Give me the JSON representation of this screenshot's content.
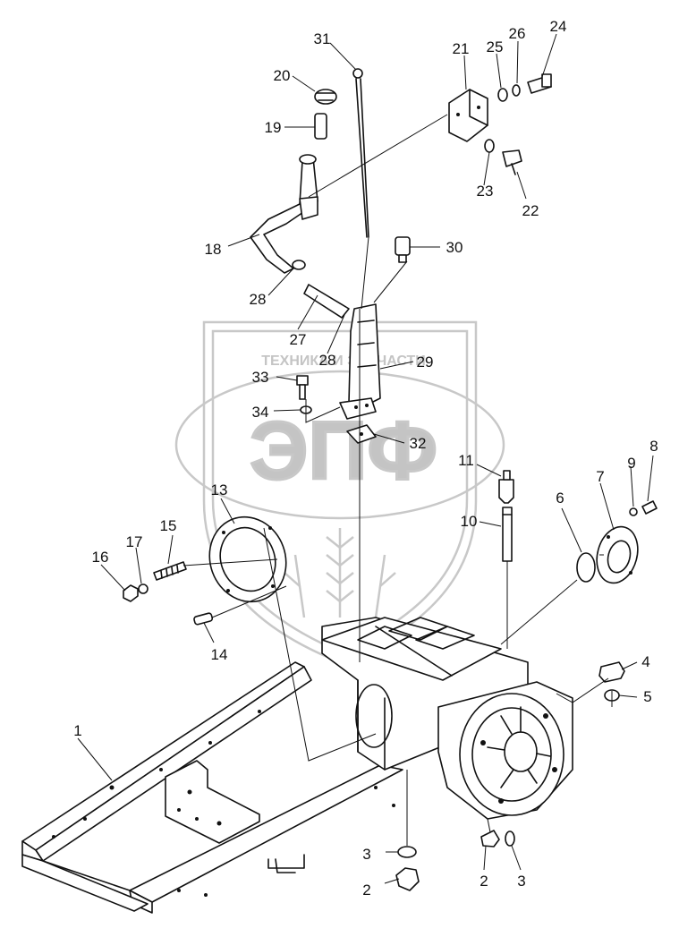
{
  "watermark": {
    "company_text": "ТЕХНИКА И ЗАПЧАСТИ",
    "logo_text": "ЭПФ"
  },
  "callouts": [
    "1",
    "2",
    "2",
    "3",
    "3",
    "4",
    "5",
    "6",
    "7",
    "8",
    "9",
    "10",
    "11",
    "13",
    "14",
    "15",
    "16",
    "17",
    "18",
    "19",
    "20",
    "21",
    "22",
    "23",
    "24",
    "25",
    "26",
    "27",
    "28",
    "28",
    "29",
    "30",
    "31",
    "32",
    "33",
    "34"
  ],
  "colors": {
    "ink": "#111111",
    "watermark": "#c8c8c8",
    "background": "#ffffff"
  }
}
